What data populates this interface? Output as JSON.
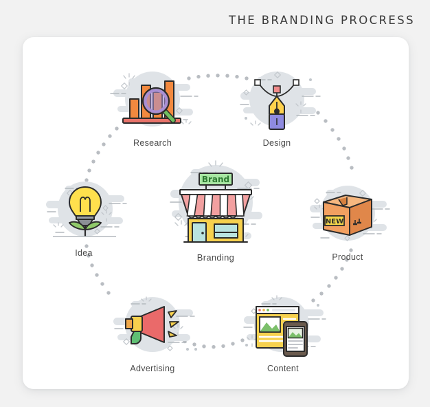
{
  "header": {
    "title": "THE BRANDING PROCRESS"
  },
  "card": {
    "background_color": "#ffffff",
    "page_background_color": "#f2f2f2"
  },
  "diagram": {
    "type": "cycle",
    "layout": "hexagonal-ring-with-center",
    "connector_style": "dotted",
    "connector_color": "#b9bdc2",
    "blob_color": "#dfe3e7",
    "steps": [
      {
        "id": "research",
        "label": "Research",
        "icon": "bar-chart-magnifier-icon",
        "position": "top-left",
        "colors": {
          "bars": "#f2893f",
          "lens_ring": "#a98fd4",
          "handle": "#7bbf6a",
          "base": "#e8736a"
        }
      },
      {
        "id": "design",
        "label": "Design",
        "icon": "fountain-pen-bezier-icon",
        "position": "top-right",
        "colors": {
          "nib": "#ffd24d",
          "body": "#8e8ae0",
          "anchor": "#f08a8a"
        }
      },
      {
        "id": "product",
        "label": "Product",
        "icon": "cardboard-box-icon",
        "position": "right",
        "colors": {
          "box_front": "#f2a061",
          "box_side": "#e0874a",
          "box_top": "#f6b77f",
          "tag": "#f7d94a"
        },
        "badge": "NEW"
      },
      {
        "id": "content",
        "label": "Content",
        "icon": "browser-window-mobile-icon",
        "position": "bottom-right",
        "colors": {
          "window": "#f7d14e",
          "phone_frame": "#6b5b4e",
          "image": "#7bbf6a"
        }
      },
      {
        "id": "advertising",
        "label": "Advertising",
        "icon": "megaphone-icon",
        "position": "bottom-left",
        "colors": {
          "horn": "#ea6a6a",
          "handle": "#5fbf74",
          "collar": "#f7d14e",
          "waves": "#f7d14e"
        }
      },
      {
        "id": "idea",
        "label": "Idea",
        "icon": "lightbulb-plant-icon",
        "position": "left",
        "colors": {
          "bulb": "#ffe04d",
          "leaves": "#8fc96a",
          "base": "#9aa0a6"
        }
      }
    ],
    "center": {
      "id": "branding",
      "label": "Branding",
      "icon": "storefront-icon",
      "sign_text": "Brand",
      "colors": {
        "sign_bg": "#a8e6a3",
        "sign_text": "#2f7a33",
        "awning": "#f2a0a0",
        "awning_stripe": "#ffffff",
        "building": "#f7d14e",
        "door": "#b9e3e0",
        "window": "#b9e3e0"
      }
    }
  }
}
